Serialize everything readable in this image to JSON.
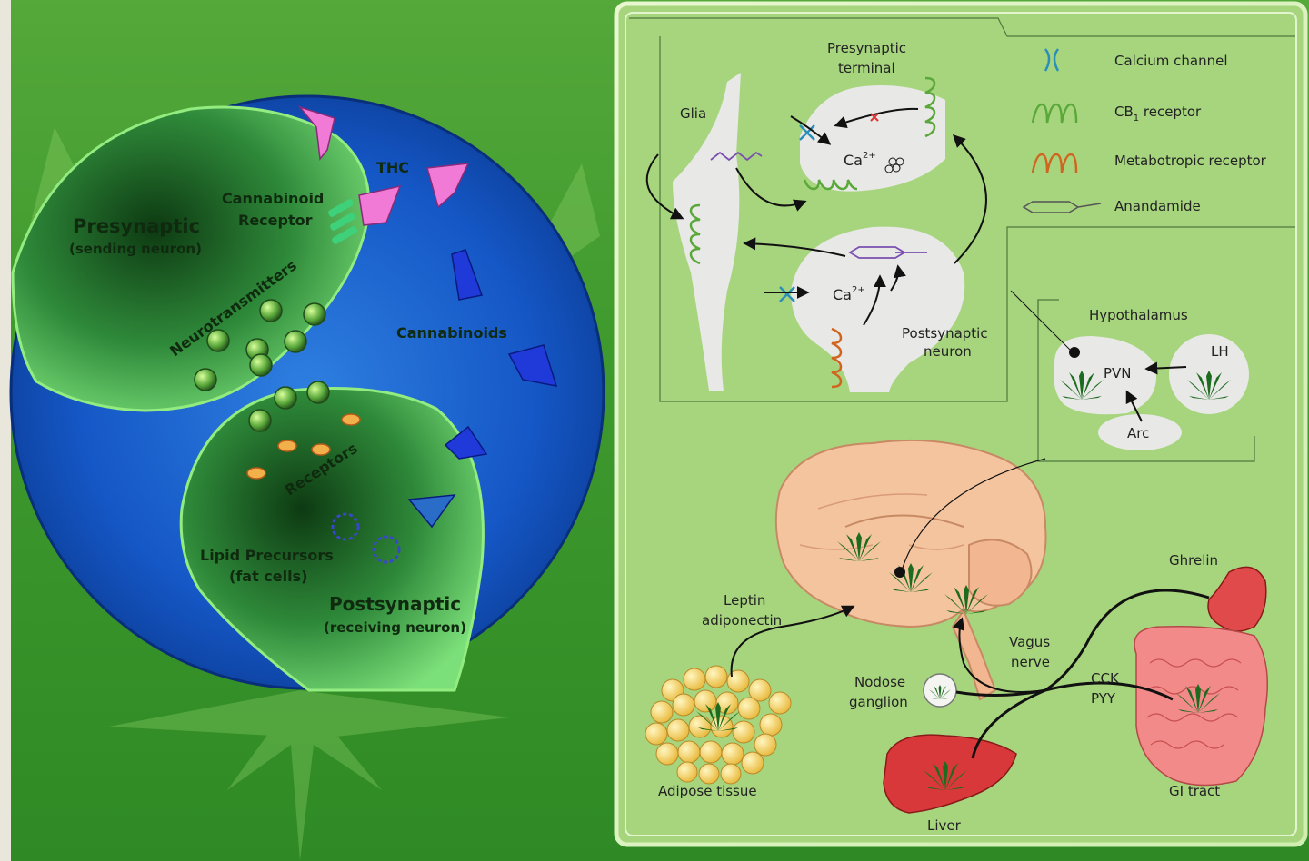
{
  "left_panel": {
    "presynaptic_title": "Presynaptic",
    "presynaptic_sub": "(sending neuron)",
    "neurotransmitters": "Neurotransmitters",
    "cannabinoid_receptor_1": "Cannabinoid",
    "cannabinoid_receptor_2": "Receptor",
    "thc": "THC",
    "cannabinoids": "Cannabinoids",
    "receptors": "Receptors",
    "lipid_1": "Lipid Precursors",
    "lipid_2": "(fat cells)",
    "postsynaptic_title": "Postsynaptic",
    "postsynaptic_sub": "(receiving neuron)"
  },
  "synapse_box": {
    "presynaptic_1": "Presynaptic",
    "presynaptic_2": "terminal",
    "glia": "Glia",
    "ca_top": "Ca",
    "ca_top_sup": "2+",
    "ca_bottom": "Ca",
    "ca_bottom_sup": "2+",
    "postsynaptic_1": "Postsynaptic",
    "postsynaptic_2": "neuron"
  },
  "legend": {
    "calcium_channel": "Calcium channel",
    "cb1_pre": "CB",
    "cb1_sub": "1",
    "cb1_post": " receptor",
    "metabotropic": "Metabotropic receptor",
    "anandamide": "Anandamide"
  },
  "hypothalamus": {
    "title": "Hypothalamus",
    "pvn": "PVN",
    "lh": "LH",
    "arc": "Arc"
  },
  "body": {
    "leptin_1": "Leptin",
    "leptin_2": "adiponectin",
    "adipose": "Adipose tissue",
    "nodose_1": "Nodose",
    "nodose_2": "ganglion",
    "vagus_1": "Vagus",
    "vagus_2": "nerve",
    "cck": "CCK",
    "pyy": "PYY",
    "ghrelin": "Ghrelin",
    "gi_tract": "GI tract",
    "liver": "Liver"
  },
  "colors": {
    "panel_bg": "#a7d57e",
    "cb1_green": "#5aa83a",
    "metabotropic_orange": "#d0651f",
    "calcium_blue": "#2a8fb8",
    "anandamide_purple": "#7a4fb0"
  }
}
